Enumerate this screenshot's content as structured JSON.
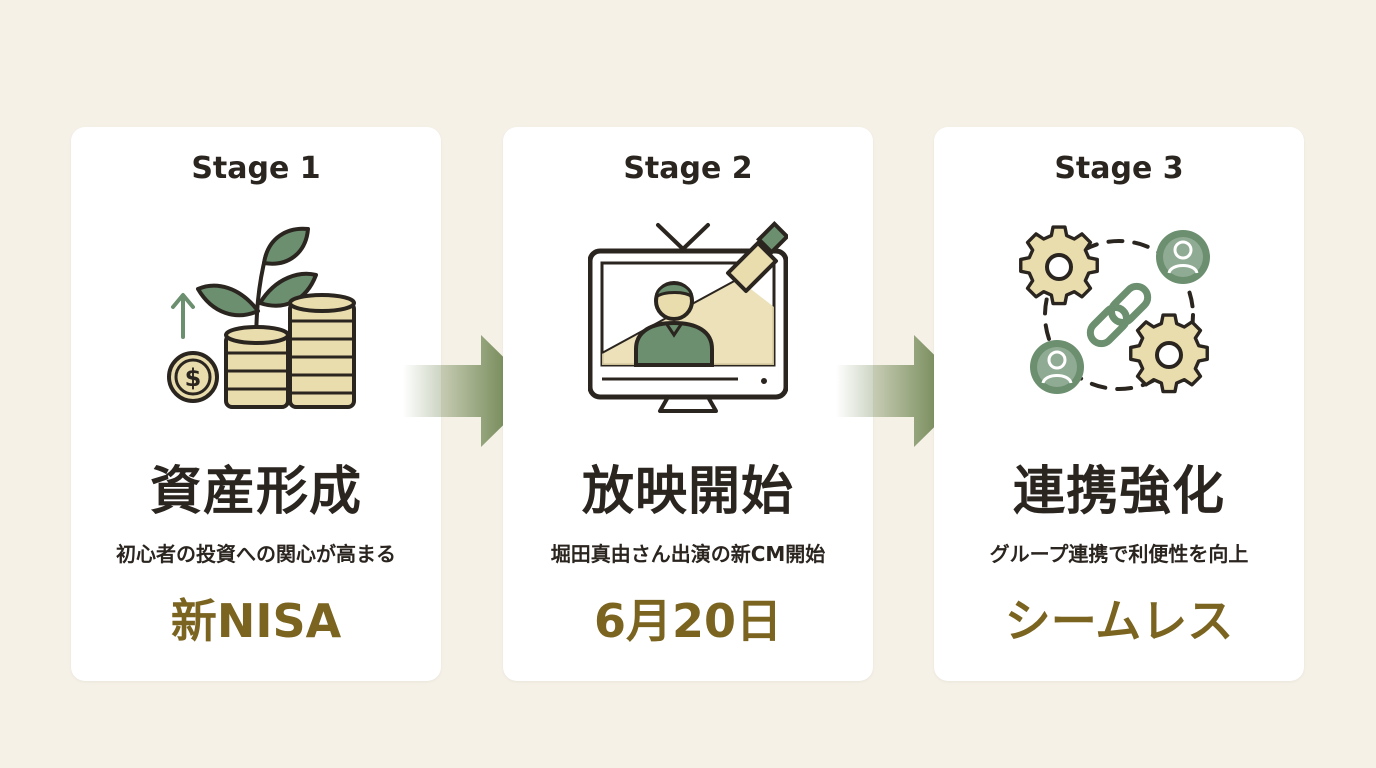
{
  "colors": {
    "background": "#f5f1e7",
    "card": "#ffffff",
    "text": "#2b2520",
    "accent_gold": "#7a6420",
    "icon_green": "#6b8f6f",
    "icon_cream": "#e9dcad",
    "arrow_green": "#6d8450"
  },
  "stages": [
    {
      "label": "Stage 1",
      "icon": "plant-coins-icon",
      "title": "資産形成",
      "subtitle": "初心者の投資への関心が高まる",
      "highlight": "新NISA"
    },
    {
      "label": "Stage 2",
      "icon": "tv-spotlight-icon",
      "title": "放映開始",
      "subtitle": "堀田真由さん出演の新CM開始",
      "highlight": "6月20日"
    },
    {
      "label": "Stage 3",
      "icon": "gears-link-icon",
      "title": "連携強化",
      "subtitle": "グループ連携で利便性を向上",
      "highlight": "シームレス"
    }
  ]
}
